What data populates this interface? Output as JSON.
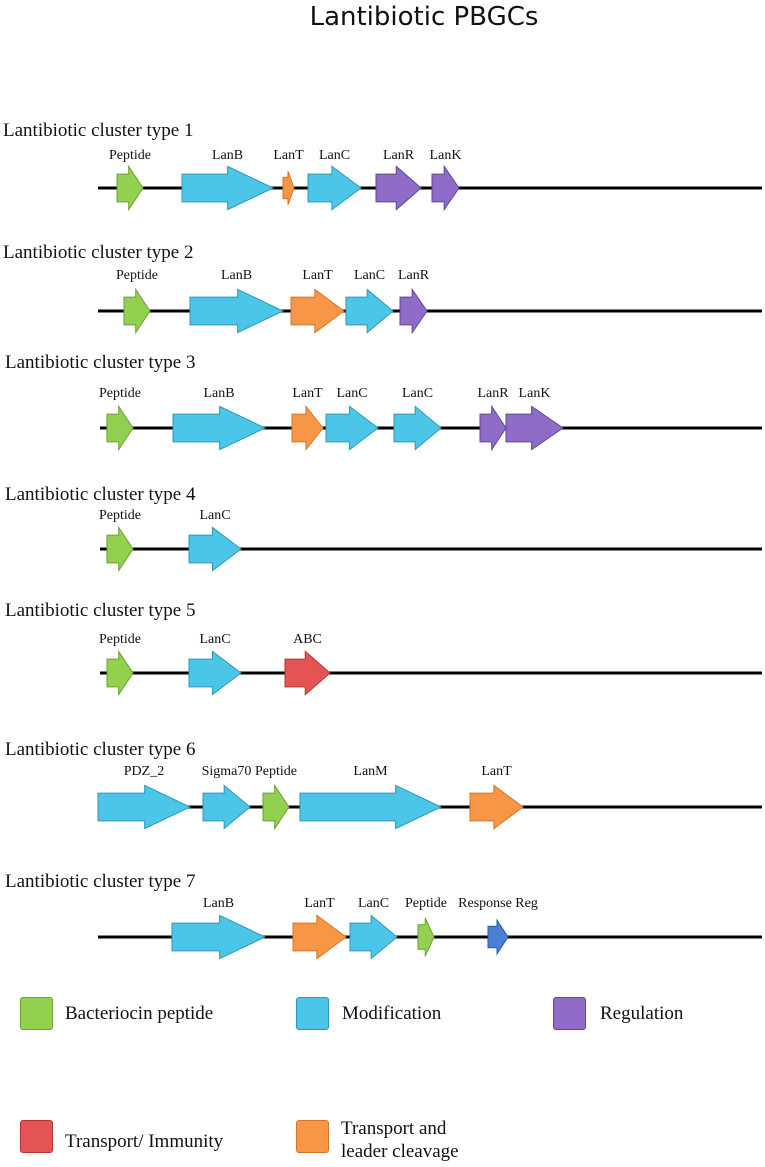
{
  "title": "Lantibiotic PBGCs",
  "colors": {
    "peptide": "#92d050",
    "modification": "#4bc6e8",
    "regulation": "#8e6cc8",
    "transport_immunity": "#e45454",
    "transport_leader": "#f79646",
    "response_reg": "#4a7fd4"
  },
  "clusters": [
    {
      "name": "Lantibiotic cluster type 1",
      "genes": [
        {
          "label": "Peptide",
          "category": "peptide"
        },
        {
          "label": "LanB",
          "category": "modification"
        },
        {
          "label": "LanT",
          "category": "transport_leader"
        },
        {
          "label": "LanC",
          "category": "modification"
        },
        {
          "label": "LanR",
          "category": "regulation"
        },
        {
          "label": "LanK",
          "category": "regulation"
        }
      ]
    },
    {
      "name": "Lantibiotic cluster type 2",
      "genes": [
        {
          "label": "Peptide",
          "category": "peptide"
        },
        {
          "label": "LanB",
          "category": "modification"
        },
        {
          "label": "LanT",
          "category": "transport_leader"
        },
        {
          "label": "LanC",
          "category": "modification"
        },
        {
          "label": "LanR",
          "category": "regulation"
        }
      ]
    },
    {
      "name": "Lantibiotic cluster type 3",
      "genes": [
        {
          "label": "Peptide",
          "category": "peptide"
        },
        {
          "label": "LanB",
          "category": "modification"
        },
        {
          "label": "LanT",
          "category": "transport_leader"
        },
        {
          "label": "LanC",
          "category": "modification"
        },
        {
          "label": "LanC",
          "category": "modification"
        },
        {
          "label": "LanR",
          "category": "regulation"
        },
        {
          "label": "LanK",
          "category": "regulation"
        }
      ]
    },
    {
      "name": "Lantibiotic cluster type 4",
      "genes": [
        {
          "label": "Peptide",
          "category": "peptide"
        },
        {
          "label": "LanC",
          "category": "modification"
        }
      ]
    },
    {
      "name": "Lantibiotic cluster type 5",
      "genes": [
        {
          "label": "Peptide",
          "category": "peptide"
        },
        {
          "label": "LanC",
          "category": "modification"
        },
        {
          "label": "ABC",
          "category": "transport_immunity"
        }
      ]
    },
    {
      "name": "Lantibiotic cluster type 6",
      "genes": [
        {
          "label": "PDZ_2",
          "category": "modification"
        },
        {
          "label": "Sigma70",
          "category": "modification"
        },
        {
          "label": "Peptide",
          "category": "peptide"
        },
        {
          "label": "LanM",
          "category": "modification"
        },
        {
          "label": "LanT",
          "category": "transport_leader"
        }
      ]
    },
    {
      "name": "Lantibiotic cluster type 7",
      "genes": [
        {
          "label": "LanB",
          "category": "modification"
        },
        {
          "label": "LanT",
          "category": "transport_leader"
        },
        {
          "label": "LanC",
          "category": "modification"
        },
        {
          "label": "Peptide",
          "category": "peptide"
        },
        {
          "label": "Response Reg",
          "category": "response_reg"
        }
      ]
    }
  ],
  "legend": [
    {
      "label": "Bacteriocin peptide",
      "category": "peptide"
    },
    {
      "label": "Modification",
      "category": "modification"
    },
    {
      "label": "Regulation",
      "category": "regulation"
    },
    {
      "label": "Transport/ Immunity",
      "category": "transport_immunity"
    },
    {
      "label": "Transport and leader cleavage",
      "category": "transport_leader"
    }
  ]
}
